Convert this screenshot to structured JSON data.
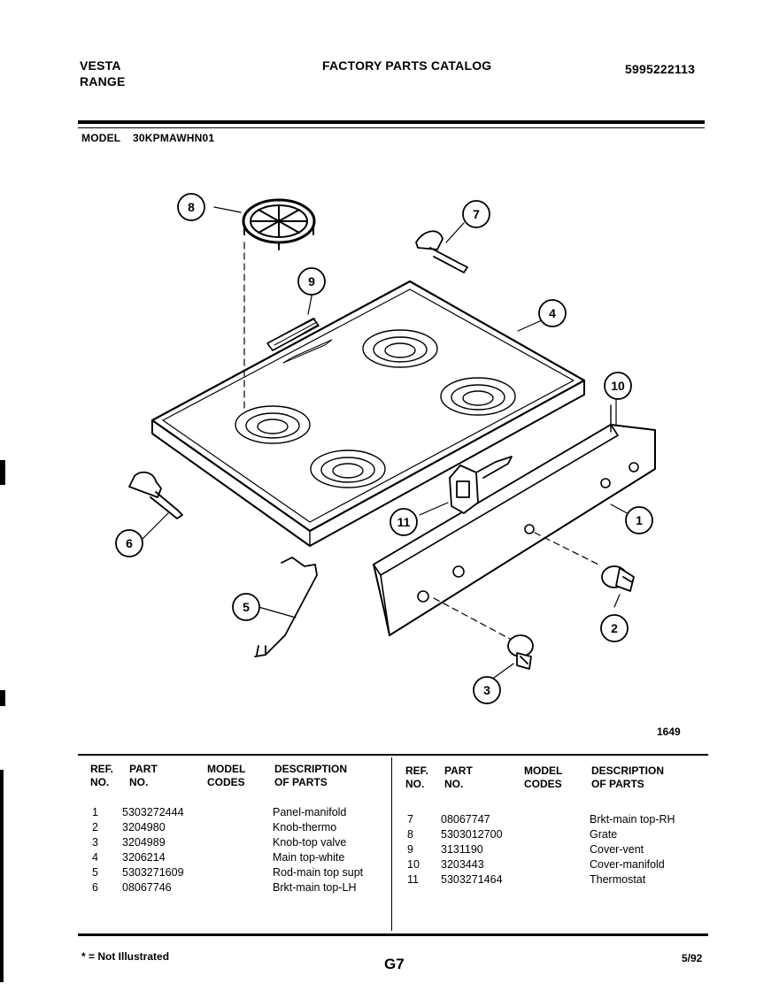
{
  "header": {
    "brand": "VESTA",
    "product": "RANGE",
    "catalog_title": "FACTORY PARTS CATALOG",
    "catalog_number": "5995222113",
    "model_label": "MODEL",
    "model_number": "30KPMAWHN01"
  },
  "diagram": {
    "figure_number": "1649",
    "callouts": [
      "1",
      "2",
      "3",
      "4",
      "5",
      "6",
      "7",
      "8",
      "9",
      "10",
      "11"
    ]
  },
  "parts_table": {
    "headers": {
      "ref_no": [
        "REF.",
        "NO."
      ],
      "part_no": [
        "PART",
        "NO."
      ],
      "model_codes": [
        "MODEL",
        "CODES"
      ],
      "description": [
        "DESCRIPTION",
        "OF PARTS"
      ]
    },
    "left_rows": [
      {
        "ref": "1",
        "part": "5303272444",
        "codes": "",
        "desc": "Panel-manifold"
      },
      {
        "ref": "2",
        "part": "3204980",
        "codes": "",
        "desc": "Knob-thermo"
      },
      {
        "ref": "3",
        "part": "3204989",
        "codes": "",
        "desc": "Knob-top valve"
      },
      {
        "ref": "4",
        "part": "3206214",
        "codes": "",
        "desc": "Main top-white"
      },
      {
        "ref": "5",
        "part": "5303271609",
        "codes": "",
        "desc": "Rod-main top supt"
      },
      {
        "ref": "6",
        "part": "08067746",
        "codes": "",
        "desc": "Brkt-main top-LH"
      }
    ],
    "right_rows": [
      {
        "ref": "7",
        "part": "08067747",
        "codes": "",
        "desc": "Brkt-main top-RH"
      },
      {
        "ref": "8",
        "part": "5303012700",
        "codes": "",
        "desc": "Grate"
      },
      {
        "ref": "9",
        "part": "3131190",
        "codes": "",
        "desc": "Cover-vent"
      },
      {
        "ref": "10",
        "part": "3203443",
        "codes": "",
        "desc": "Cover-manifold"
      },
      {
        "ref": "11",
        "part": "5303271464",
        "codes": "",
        "desc": "Thermostat"
      }
    ]
  },
  "footer": {
    "note": "* = Not Illustrated",
    "page_code": "G7",
    "date": "5/92"
  }
}
